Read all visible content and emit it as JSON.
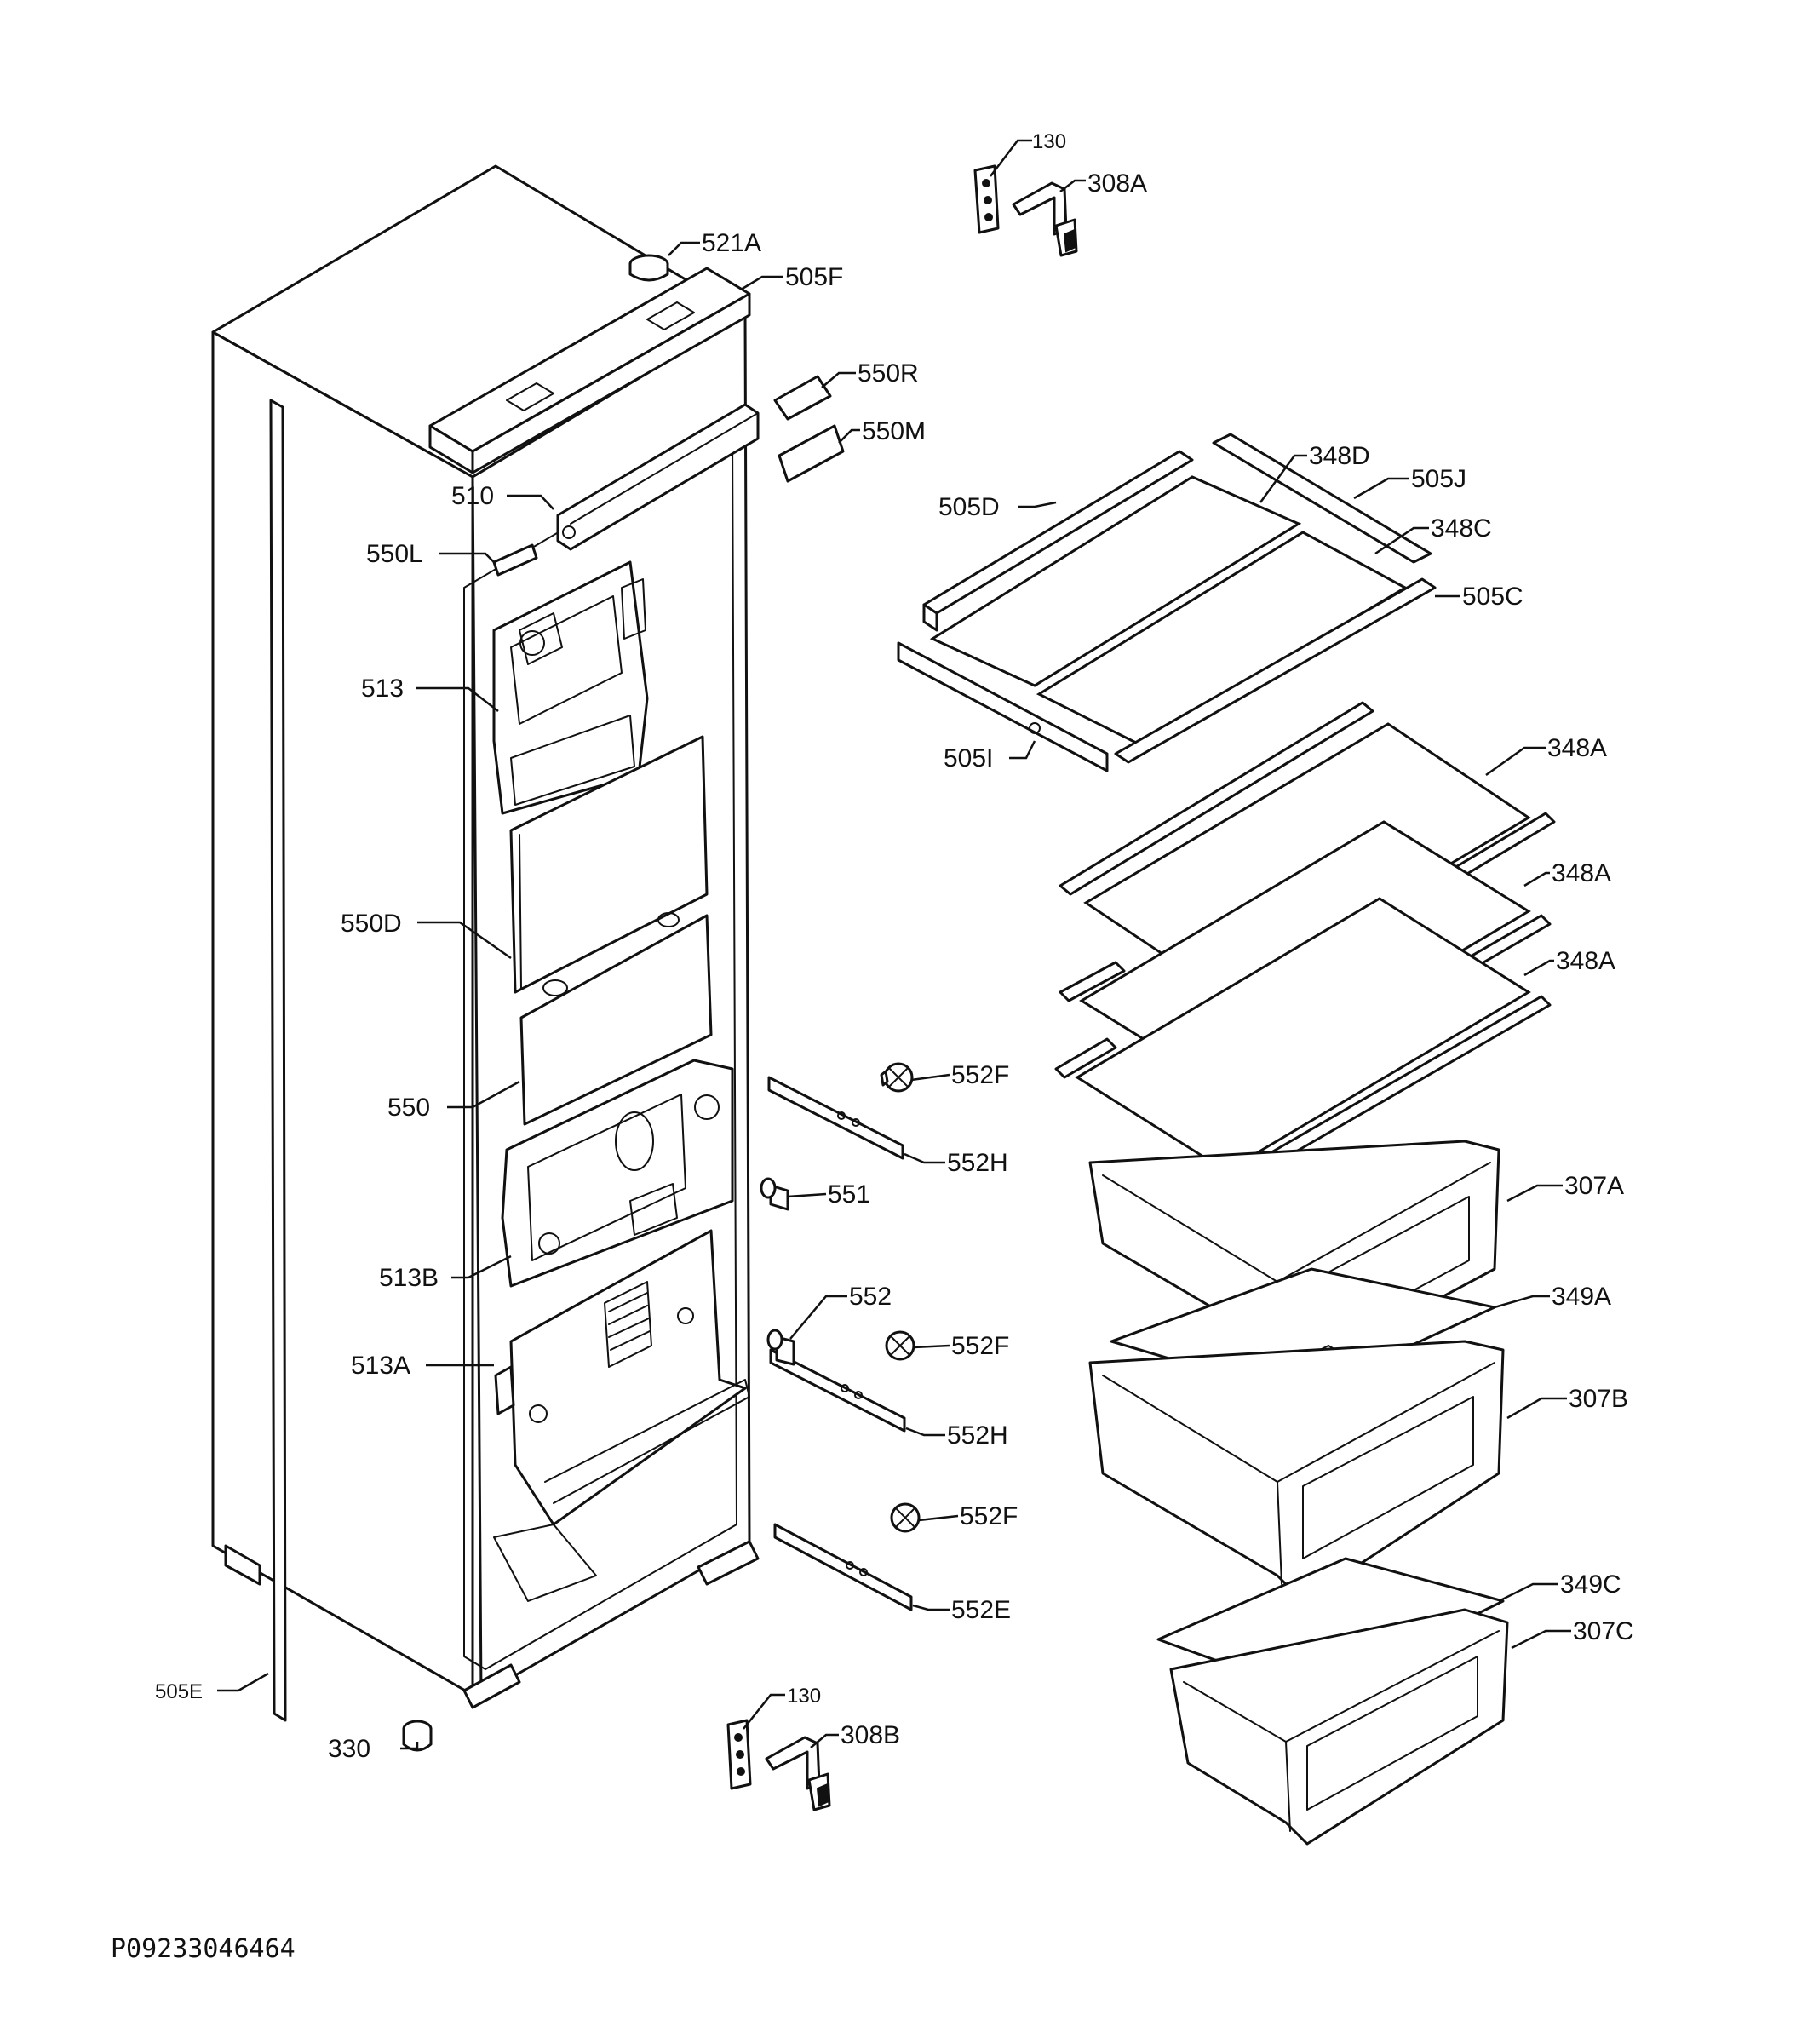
{
  "diagram": {
    "document_code": "P09233046464",
    "labels": {
      "l130_top": "130",
      "l308A": "308A",
      "l521A": "521A",
      "l505F": "505F",
      "l550R": "550R",
      "l550M": "550M",
      "l510": "510",
      "l550L": "550L",
      "l513": "513",
      "l550D": "550D",
      "l550": "550",
      "l513B": "513B",
      "l513A": "513A",
      "l505E": "505E",
      "l330": "330",
      "l348D": "348D",
      "l505J": "505J",
      "l505D": "505D",
      "l348C": "348C",
      "l505C": "505C",
      "l505I": "505I",
      "l348A_1": "348A",
      "l348A_2": "348A",
      "l348A_3": "348A",
      "l552F_1": "552F",
      "l552H_1": "552H",
      "l551": "551",
      "l552": "552",
      "l552F_2": "552F",
      "l552H_2": "552H",
      "l552F_3": "552F",
      "l552E": "552E",
      "l130_bottom": "130",
      "l308B": "308B",
      "l307A": "307A",
      "l349A": "349A",
      "l307B": "307B",
      "l349C": "349C",
      "l307C": "307C"
    }
  }
}
